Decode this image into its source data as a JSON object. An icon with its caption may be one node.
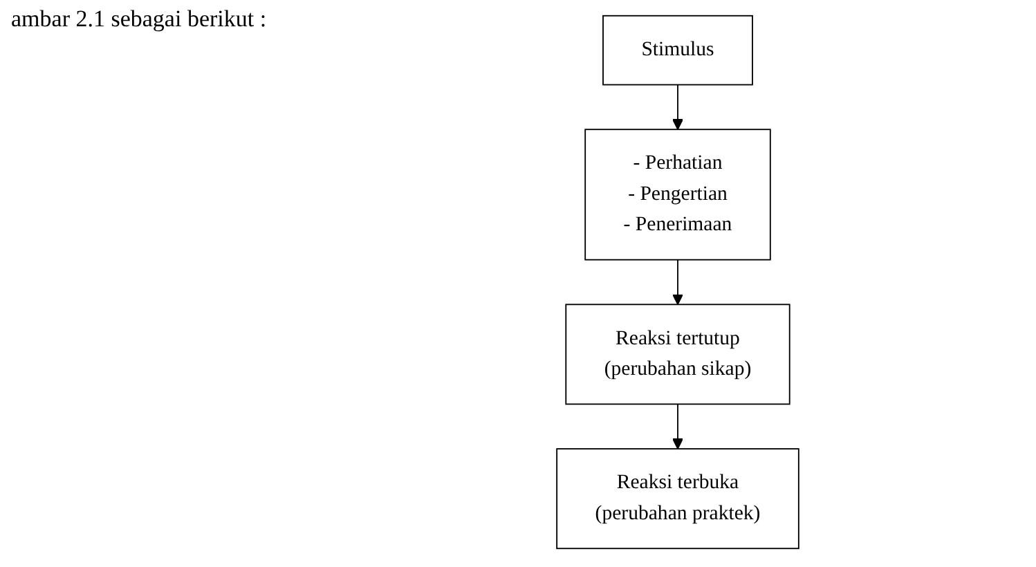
{
  "diagram": {
    "nodes": [
      {
        "text": [
          "Stimulus"
        ]
      },
      {
        "text": [
          "- Perhatian",
          "- Pengertian",
          "- Penerimaan"
        ]
      },
      {
        "text": [
          "Reaksi tertutup",
          "(perubahan sikap)"
        ]
      },
      {
        "text": [
          "Reaksi terbuka",
          "(perubahan praktek)"
        ]
      }
    ],
    "edges": [
      {
        "from": 0,
        "to": 1,
        "arrow": "to"
      },
      {
        "from": 1,
        "to": 2,
        "arrow": "to"
      },
      {
        "from": 2,
        "to": 3,
        "arrow": "to"
      }
    ],
    "labels": [
      "ambar 2.1 sebagai berikut :"
    ]
  }
}
